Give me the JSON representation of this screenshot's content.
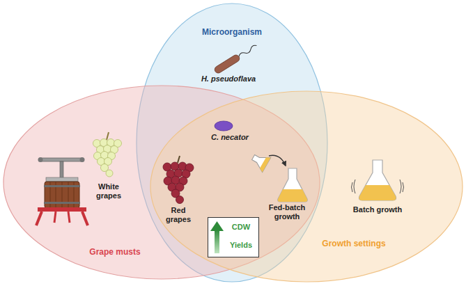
{
  "diagram": {
    "nodes": [
      {
        "text": [
          "Microorganism"
        ]
      },
      {
        "text": [
          "Grape musts"
        ]
      },
      {
        "text": [
          "Growth settings"
        ]
      },
      {
        "text": [
          "CDW",
          "Yields"
        ]
      }
    ],
    "labels": [
      "H. pseudoflava",
      "C. necator",
      "White grapes",
      "Red grapes",
      "Fed-batch growth",
      "Batch growth"
    ]
  }
}
